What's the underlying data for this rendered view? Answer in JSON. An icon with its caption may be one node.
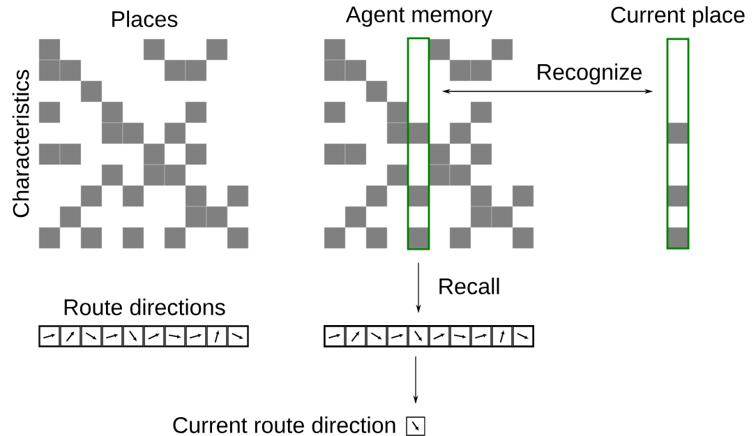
{
  "diagram": {
    "nodes": [
      {
        "text": [
          "Places"
        ],
        "beside": [
          "Characteristics"
        ]
      },
      {
        "text": [
          "Agent memory"
        ]
      },
      {
        "text": [],
        "shape": "box",
        "in": 1
      },
      {
        "text": [
          "Current place"
        ]
      },
      {
        "text": [
          "Route directions"
        ]
      },
      {
        "text": [],
        "shape": "bar"
      },
      {
        "text": [],
        "shape": "box",
        "beside": [
          "Current route direction"
        ]
      }
    ],
    "edges": [
      {
        "from": 2,
        "to": 3,
        "arrow": "both",
        "label": "Recognize"
      },
      {
        "from": 2,
        "to": 5,
        "arrow": "to",
        "label": "Recall"
      },
      {
        "from": 5,
        "to": 6,
        "arrow": "to"
      }
    ]
  }
}
